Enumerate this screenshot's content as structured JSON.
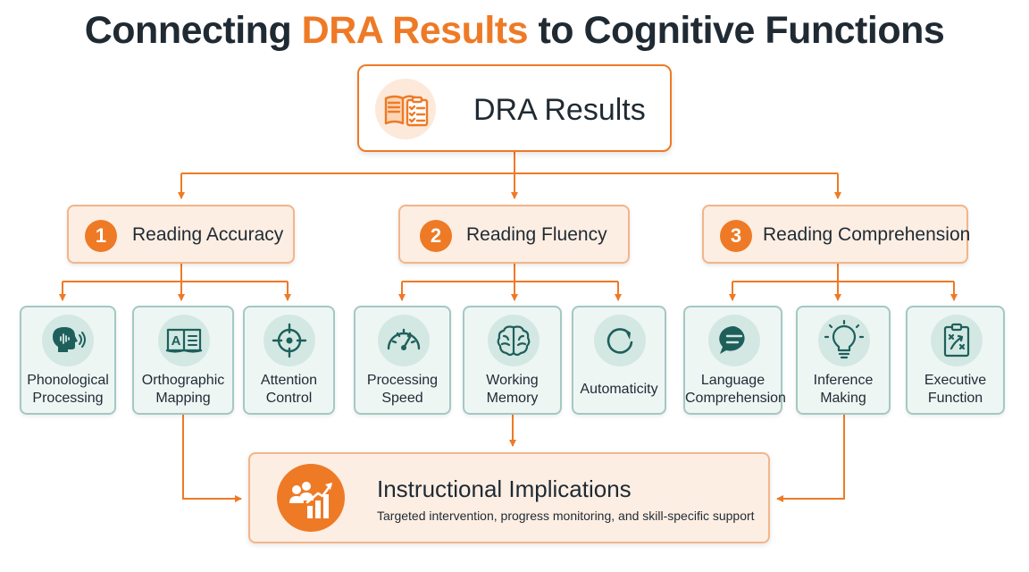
{
  "title": {
    "prefix": "Connecting ",
    "highlight": "DRA Results",
    "suffix": " to Cognitive Functions"
  },
  "root": {
    "label": "DRA Results",
    "icon": "book-checklist-icon"
  },
  "categories": [
    {
      "number": "1",
      "label": "Reading Accuracy",
      "functions": [
        {
          "lines": [
            "Phonological",
            "Processing"
          ],
          "icon": "head-sound-icon"
        },
        {
          "lines": [
            "Orthographic",
            "Mapping"
          ],
          "icon": "open-book-letters-icon"
        },
        {
          "lines": [
            "Attention",
            "Control"
          ],
          "icon": "crosshair-target-icon"
        }
      ]
    },
    {
      "number": "2",
      "label": "Reading Fluency",
      "functions": [
        {
          "lines": [
            "Processing",
            "Speed"
          ],
          "icon": "speedometer-icon"
        },
        {
          "lines": [
            "Working",
            "Memory"
          ],
          "icon": "brain-icon"
        },
        {
          "lines": [
            "Automaticity"
          ],
          "icon": "refresh-cycle-icon"
        }
      ]
    },
    {
      "number": "3",
      "label": "Reading Comprehension",
      "functions": [
        {
          "lines": [
            "Language",
            "Comprehension"
          ],
          "icon": "speech-bubble-icon"
        },
        {
          "lines": [
            "Inference",
            "Making"
          ],
          "icon": "lightbulb-icon"
        },
        {
          "lines": [
            "Executive",
            "Function"
          ],
          "icon": "strategy-clipboard-icon"
        }
      ]
    }
  ],
  "implications": {
    "title": "Instructional Implications",
    "subtitle": "Targeted intervention, progress monitoring, and skill-specific support",
    "icon": "people-growth-chart-icon"
  },
  "colors": {
    "accent": "#ee7a26",
    "teal": "#1e5f5b",
    "card_bg": "#eef6f4",
    "category_bg": "#fdeee3"
  }
}
